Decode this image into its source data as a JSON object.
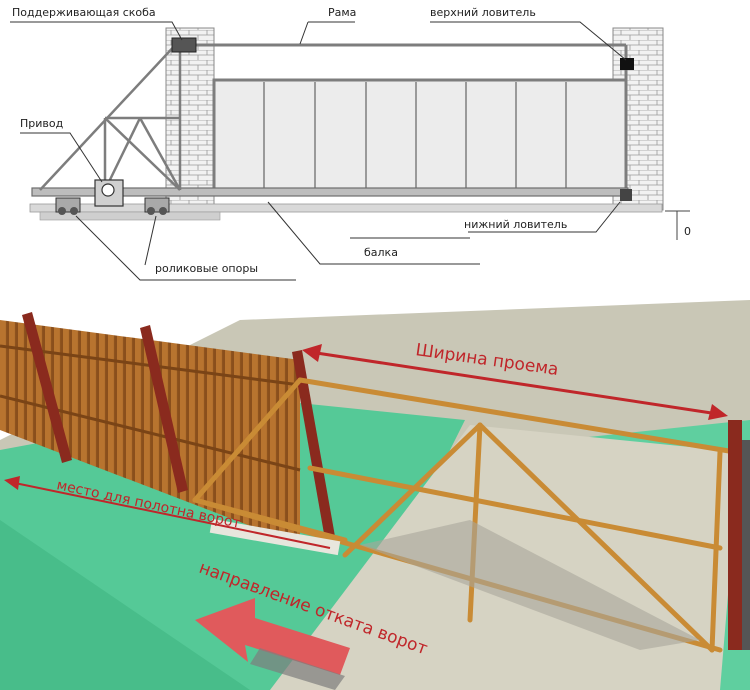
{
  "top_diagram": {
    "labels": {
      "support_bracket": "Поддерживающая скоба",
      "frame": "Рама",
      "upper_catcher": "верхний ловитель",
      "drive": "Привод",
      "lower_catcher": "нижний ловитель",
      "zero_mark": "0",
      "beam": "балка",
      "roller_supports": "роликовые опоры"
    }
  },
  "bottom_illustration": {
    "labels": {
      "opening_width": "Ширина проема",
      "leaf_place": "место для полотна ворот",
      "rollback_direction": "направление отката ворот"
    },
    "colors": {
      "arrow": "#c0262a",
      "grass": "#4fc99a",
      "fence_wood": "#a8692f",
      "frame_metal": "#c98b35",
      "ground": "#c8c5b4"
    }
  }
}
